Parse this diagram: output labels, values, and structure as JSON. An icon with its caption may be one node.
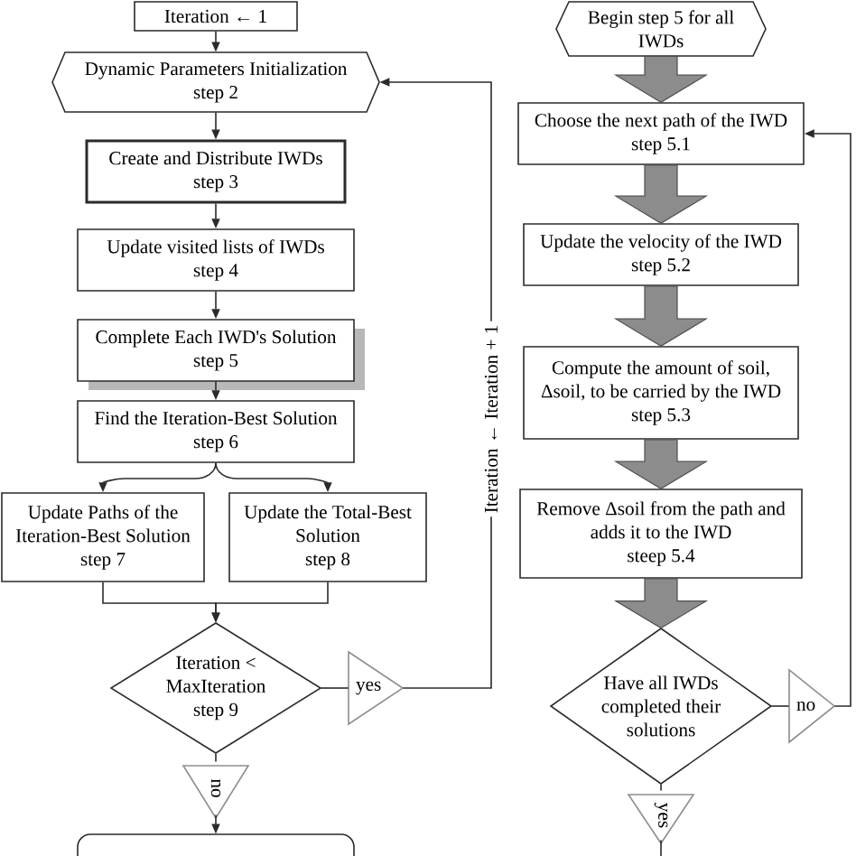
{
  "diagram": {
    "nodes": [
      {
        "text": [
          "Iteration ← 1"
        ]
      },
      {
        "text": [
          "Dynamic Parameters Initialization",
          "step 2"
        ]
      },
      {
        "text": [
          "Create and Distribute IWDs",
          "step 3"
        ]
      },
      {
        "text": [
          "Update visited lists of IWDs",
          "step 4"
        ]
      },
      {
        "text": [
          "Complete Each IWD's Solution",
          "step 5"
        ]
      },
      {
        "text": [
          "Find the Iteration-Best Solution",
          "step 6"
        ]
      },
      {
        "text": [
          "Update Paths of the Iteration-Best Solution",
          "step 7"
        ]
      },
      {
        "text": [
          "Update the Total-Best Solution",
          "step 8"
        ]
      },
      {
        "text": [
          "Iteration < MaxIteration",
          "step 9"
        ]
      },
      {
        "text": [
          "yes"
        ]
      },
      {
        "text": [
          "no"
        ]
      },
      {
        "text": [],
        "shape": "box"
      },
      {
        "text": [
          "Begin step 5 for all IWDs"
        ]
      },
      {
        "text": [
          "Choose the next path of the IWD",
          "step 5.1"
        ]
      },
      {
        "text": [
          "Update the velocity of the IWD",
          "step 5.2"
        ]
      },
      {
        "text": [
          "Compute the amount of soil, Δsoil, to be carried by the IWD",
          "step 5.3"
        ]
      },
      {
        "text": [
          "Remove Δsoil from the path and adds it to the IWD",
          "steep 5.4"
        ]
      },
      {
        "text": [
          "Have all IWDs completed their solutions"
        ]
      },
      {
        "text": [
          "no"
        ]
      },
      {
        "text": [
          "yes"
        ]
      }
    ],
    "edges": [
      {
        "from": 0,
        "to": 1,
        "arrow": "to"
      },
      {
        "from": 1,
        "to": 2,
        "arrow": "to"
      },
      {
        "from": 2,
        "to": 3,
        "arrow": "to"
      },
      {
        "from": 3,
        "to": 4,
        "arrow": "to"
      },
      {
        "from": 4,
        "to": 5,
        "arrow": "to"
      },
      {
        "from": 5,
        "to": 6,
        "arrow": "to"
      },
      {
        "from": 5,
        "to": 7,
        "arrow": "to"
      },
      {
        "from": 6,
        "to": 8,
        "arrow": "to"
      },
      {
        "from": 7,
        "to": 8,
        "arrow": "to"
      },
      {
        "from": 8,
        "to": 9,
        "arrow": "none"
      },
      {
        "from": 9,
        "to": 1,
        "arrow": "to",
        "label": "Iteration ← Iteration + 1"
      },
      {
        "from": 8,
        "to": 10,
        "arrow": "none"
      },
      {
        "from": 10,
        "to": 11,
        "arrow": "to"
      },
      {
        "from": 12,
        "to": 13,
        "arrow": "to",
        "style": "thick",
        "color": "#8c8c8c"
      },
      {
        "from": 13,
        "to": 14,
        "arrow": "to",
        "style": "thick",
        "color": "#8c8c8c"
      },
      {
        "from": 14,
        "to": 15,
        "arrow": "to",
        "style": "thick",
        "color": "#8c8c8c"
      },
      {
        "from": 15,
        "to": 16,
        "arrow": "to",
        "style": "thick",
        "color": "#8c8c8c"
      },
      {
        "from": 16,
        "to": 17,
        "arrow": "to",
        "style": "thick",
        "color": "#8c8c8c"
      },
      {
        "from": 17,
        "to": 18,
        "arrow": "none"
      },
      {
        "from": 18,
        "to": 13,
        "arrow": "to"
      },
      {
        "from": 17,
        "to": 19,
        "arrow": "none"
      },
      {
        "from": 19,
        "to": null,
        "arrow": "none"
      }
    ]
  }
}
